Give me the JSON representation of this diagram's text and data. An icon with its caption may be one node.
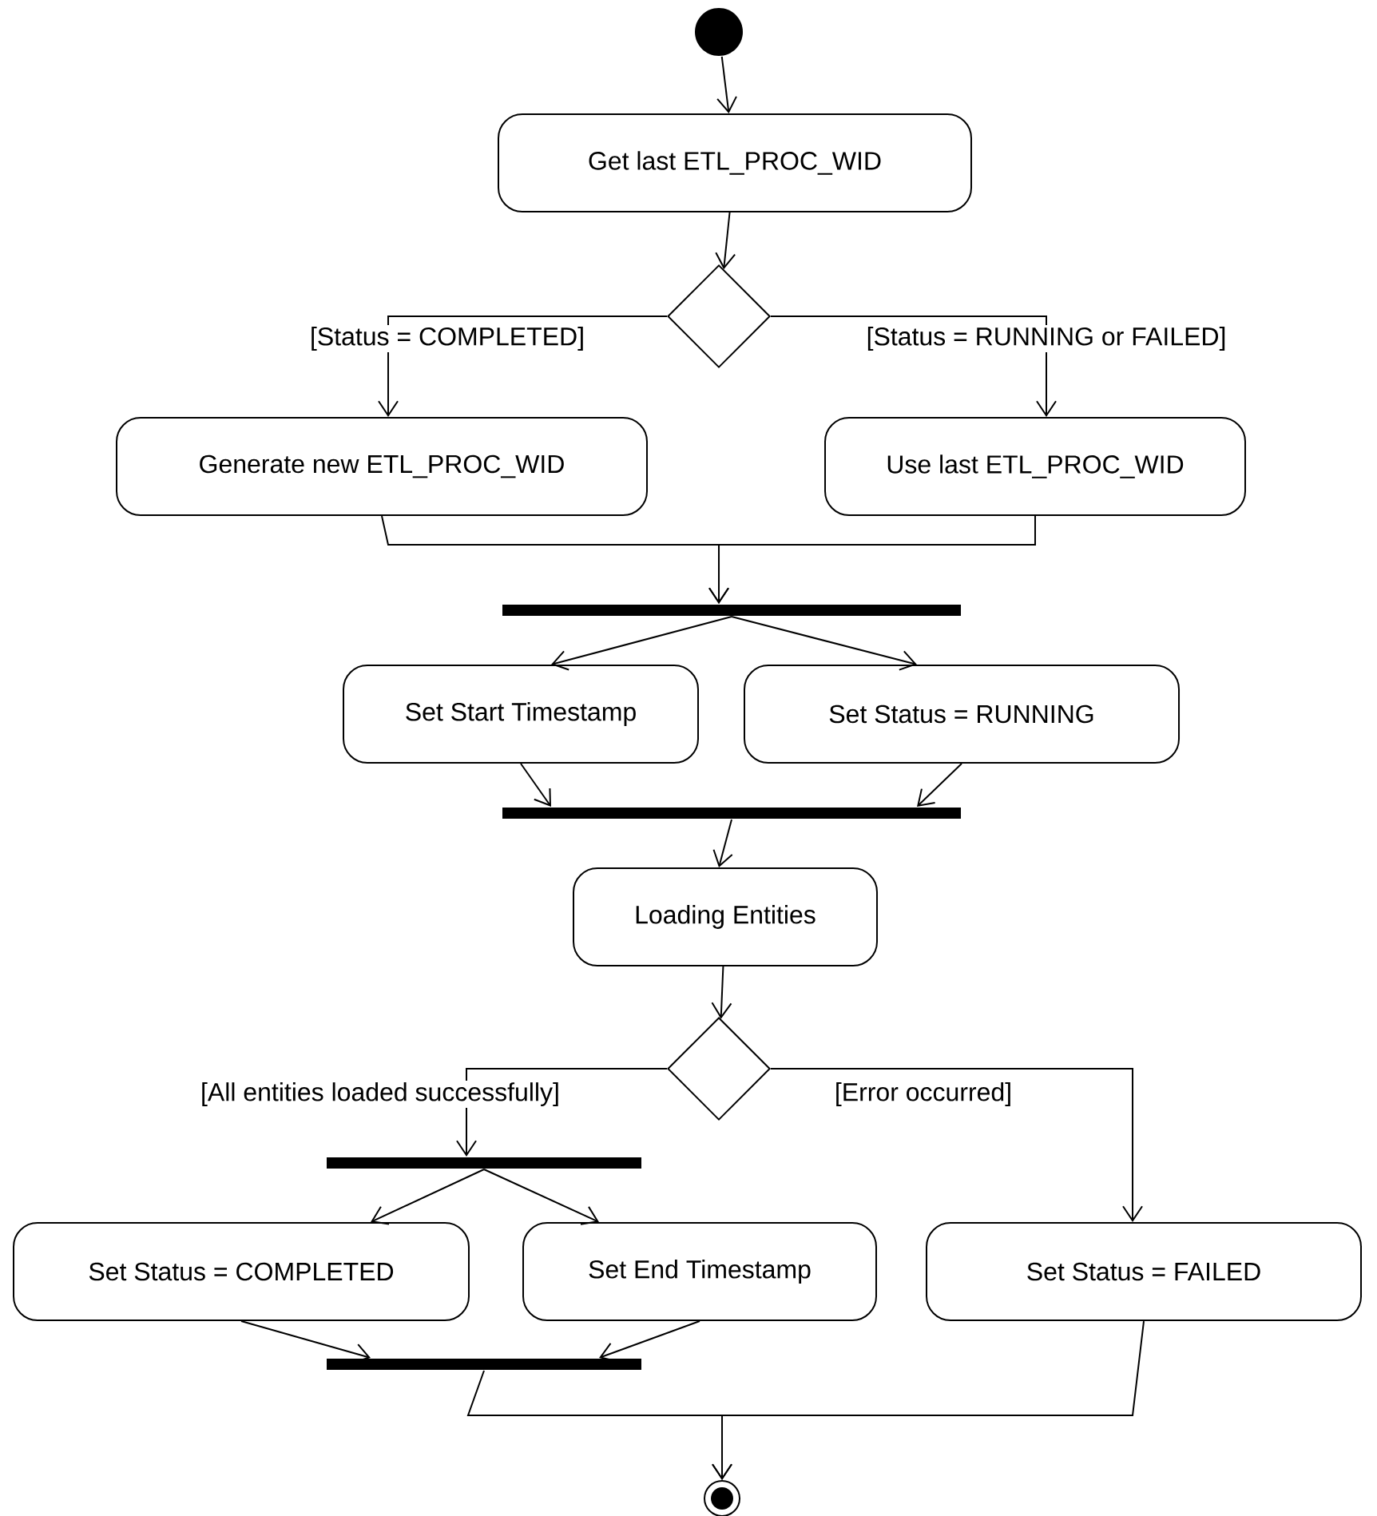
{
  "diagram": {
    "nodes": [
      {
        "text": [],
        "shape": "circle"
      },
      {
        "text": [
          "Get last ETL_PROC_WID"
        ]
      },
      {
        "text": [],
        "shape": "diamond"
      },
      {
        "text": [
          "Generate new ETL_PROC_WID"
        ]
      },
      {
        "text": [
          "Use last ETL_PROC_WID"
        ]
      },
      {
        "text": [],
        "shape": "bar"
      },
      {
        "text": [
          "Set Start Timestamp"
        ]
      },
      {
        "text": [
          "Set Status = RUNNING"
        ]
      },
      {
        "text": [],
        "shape": "bar"
      },
      {
        "text": [
          "Loading Entities"
        ]
      },
      {
        "text": [],
        "shape": "diamond"
      },
      {
        "text": [],
        "shape": "bar"
      },
      {
        "text": [
          "Set Status = COMPLETED"
        ]
      },
      {
        "text": [
          "Set End Timestamp"
        ]
      },
      {
        "text": [
          "Set Status = FAILED"
        ]
      },
      {
        "text": [],
        "shape": "bar"
      },
      {
        "text": [],
        "shape": "circle"
      }
    ],
    "edges": [
      {
        "from": 0,
        "to": 1,
        "arrow": "to"
      },
      {
        "from": 1,
        "to": 2,
        "arrow": "to"
      },
      {
        "from": 2,
        "to": 3,
        "arrow": "to",
        "label": "[Status = COMPLETED]"
      },
      {
        "from": 2,
        "to": 4,
        "arrow": "to",
        "label": "[Status = RUNNING or FAILED]"
      },
      {
        "from": 3,
        "to": 5,
        "arrow": "to"
      },
      {
        "from": 4,
        "to": 5,
        "arrow": "to"
      },
      {
        "from": 5,
        "to": 6,
        "arrow": "to"
      },
      {
        "from": 5,
        "to": 7,
        "arrow": "to"
      },
      {
        "from": 6,
        "to": 8,
        "arrow": "to"
      },
      {
        "from": 7,
        "to": 8,
        "arrow": "to"
      },
      {
        "from": 8,
        "to": 9,
        "arrow": "to"
      },
      {
        "from": 9,
        "to": 10,
        "arrow": "to"
      },
      {
        "from": 10,
        "to": 11,
        "arrow": "to",
        "label": "[All entities loaded successfully]"
      },
      {
        "from": 10,
        "to": 14,
        "arrow": "to",
        "label": "[Error occurred]"
      },
      {
        "from": 11,
        "to": 12,
        "arrow": "to"
      },
      {
        "from": 11,
        "to": 13,
        "arrow": "to"
      },
      {
        "from": 12,
        "to": 15,
        "arrow": "to"
      },
      {
        "from": 13,
        "to": 15,
        "arrow": "to"
      },
      {
        "from": 15,
        "to": 16,
        "arrow": "to"
      },
      {
        "from": 14,
        "to": 16,
        "arrow": "to"
      }
    ]
  }
}
